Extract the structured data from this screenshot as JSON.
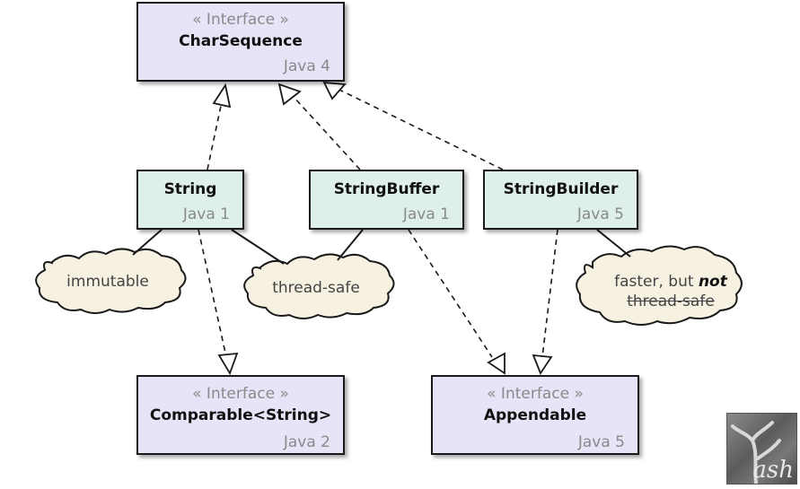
{
  "char_sequence": {
    "stereotype": "« Interface »",
    "name": "CharSequence",
    "version": "Java 4"
  },
  "string": {
    "name": "String",
    "version": "Java 1"
  },
  "string_buffer": {
    "name": "StringBuffer",
    "version": "Java 1"
  },
  "string_builder": {
    "name": "StringBuilder",
    "version": "Java 5"
  },
  "comparable": {
    "stereotype": "« Interface »",
    "name": "Comparable<String>",
    "version": "Java 2"
  },
  "appendable": {
    "stereotype": "« Interface »",
    "name": "Appendable",
    "version": "Java 5"
  },
  "notes": {
    "immutable": "immutable",
    "thread_safe": "thread-safe",
    "faster_prefix": "faster, but",
    "faster_emphasis": "not",
    "faster_struck": "thread-safe"
  },
  "logo": {
    "text": "ash"
  },
  "colors": {
    "interface_fill": "#e8e3f7",
    "class_fill": "#deefec",
    "note_fill": "#f6f1e1"
  }
}
